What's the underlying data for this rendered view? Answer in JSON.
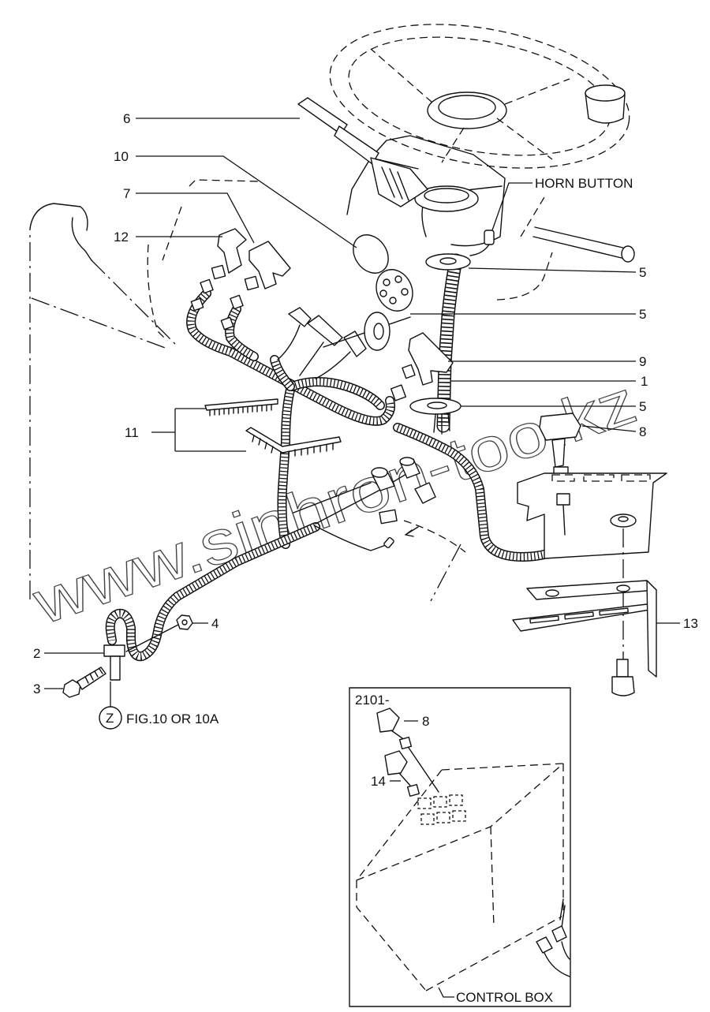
{
  "callouts": {
    "c6": "6",
    "c10": "10",
    "c7": "7",
    "c12": "12",
    "horn_button": "HORN BUTTON",
    "c5_top": "5",
    "c5_mid": "5",
    "c9": "9",
    "c1": "1",
    "c5_low": "5",
    "c8": "8",
    "c11": "11",
    "c13": "13",
    "c4": "4",
    "c2": "2",
    "c3": "3"
  },
  "reference": {
    "marker": "Z",
    "text": "FIG.10 OR 10A"
  },
  "inset": {
    "serial": "2101-",
    "c8": "8",
    "c14": "14",
    "control_box": "CONTROL BOX"
  },
  "watermark": "www.sinhron-too.kz"
}
